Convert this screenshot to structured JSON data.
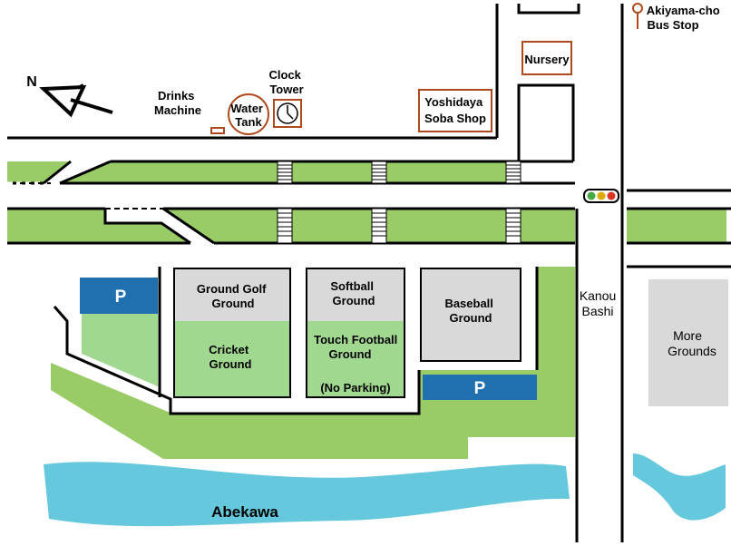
{
  "map": {
    "north_label": "N",
    "labels": {
      "drinks_machine": [
        "Drinks",
        "Machine"
      ],
      "water_tank": [
        "Water",
        "Tank"
      ],
      "clock_tower": [
        "Clock",
        "Tower"
      ],
      "soba_shop": [
        "Yoshidaya",
        "Soba Shop"
      ],
      "nursery": "Nursery",
      "bus_stop": [
        "Akiyama-cho",
        "Bus Stop"
      ],
      "ground_golf": [
        "Ground Golf",
        "Ground"
      ],
      "softball": [
        "Softball",
        "Ground"
      ],
      "baseball": [
        "Baseball",
        "Ground"
      ],
      "cricket": [
        "Cricket",
        "Ground"
      ],
      "touch_football": [
        "Touch Football",
        "Ground"
      ],
      "no_parking": "(No Parking)",
      "more_grounds": [
        "More",
        "Grounds"
      ],
      "bridge": [
        "Kanou",
        "Bashi"
      ],
      "river": "Abekawa",
      "parking_1": "P",
      "parking_2": "P"
    },
    "colors": {
      "green": "#99cc66",
      "light_green": "#a0d890",
      "gray": "#d9d9d9",
      "parking_blue": "#2070b0",
      "river_blue": "#66c8dd",
      "brown": "#b04a1c",
      "signal_green": "#44aa44",
      "signal_yellow": "#ddaa00",
      "signal_red": "#dd3322"
    }
  }
}
